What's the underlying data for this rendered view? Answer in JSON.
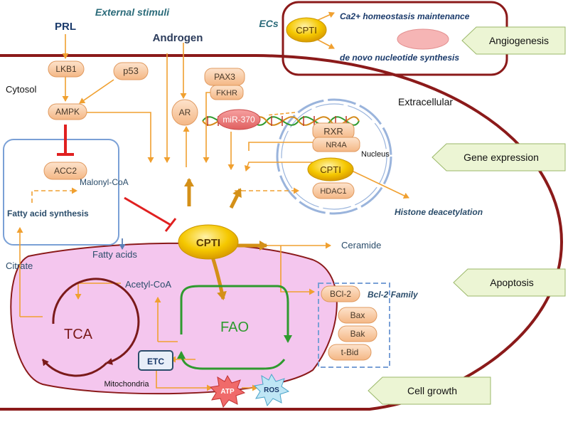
{
  "header": {
    "external_stimuli": "External stimuli",
    "prl": "PRL",
    "androgen": "Androgen",
    "ecs": "ECs",
    "cytosol": "Cytosol",
    "extracellular": "Extracellular"
  },
  "ec_box": {
    "cpti": "CPTI",
    "ca_homeostasis": "Ca2+ homeostasis maintenance",
    "nucleotide": "de novo nucleotide synthesis"
  },
  "signaling": {
    "lkb1": "LKB1",
    "p53": "p53",
    "ampk": "AMPK",
    "ar": "AR",
    "pax3": "PAX3",
    "fkhr": "FKHR",
    "mir370": "miR-370",
    "acc2": "ACC2",
    "malonyl_coa": "Malonyl-CoA"
  },
  "fas": {
    "title": "Fatty acid synthesis",
    "fatty_acids": "Fatty acids",
    "citrate": "Citrate"
  },
  "nucleus": {
    "label": "Nucleus",
    "rxr": "RXR",
    "nr4a": "NR4A",
    "cpti": "CPTI",
    "hdac1": "HDAC1",
    "histone": "Histone deacetylation"
  },
  "mito": {
    "cpti": "CPTI",
    "ceramide": "Ceramide",
    "acetyl_coa": "Acetyl-CoA",
    "tca": "TCA",
    "fao": "FAO",
    "etc": "ETC",
    "label": "Mitochondria",
    "atp": "ATP",
    "ros": "ROS"
  },
  "bcl2": {
    "title": "Bcl-2 Family",
    "bcl2": "BCl-2",
    "bax": "Bax",
    "bak": "Bak",
    "tbid": "t-Bid"
  },
  "outcomes": {
    "angiogenesis": "Angiogenesis",
    "gene_expression": "Gene expression",
    "apoptosis": "Apoptosis",
    "cell_growth": "Cell growth"
  },
  "colors": {
    "cell_membrane": "#8b1a1a",
    "arrow": "#f0a030",
    "node_fill": "#f7c49a",
    "node_stroke": "#e09a60",
    "cpti_fill": "#f2c200",
    "mito_fill": "#f4c6ee",
    "fao_cycle": "#2e9a2e",
    "tca_cycle": "#7a1a1a",
    "label_blue": "#2b4d6b",
    "outcome_fill": "#ecf5d4",
    "inhibit": "#e02020"
  }
}
